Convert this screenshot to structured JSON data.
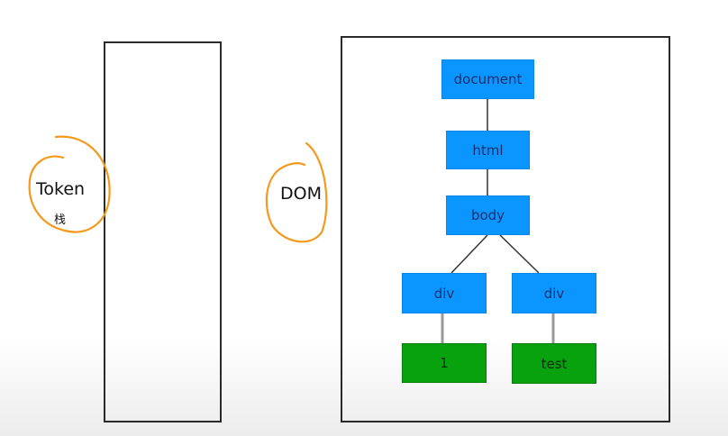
{
  "labels": {
    "token": "Token",
    "stack": "栈",
    "dom": "DOM"
  },
  "tree": {
    "document": "document",
    "html": "html",
    "body": "body",
    "div_left": "div",
    "div_right": "div",
    "text_left": "1",
    "text_right": "test"
  },
  "colors": {
    "element_node": "#0a95ff",
    "text_node": "#08a20f",
    "annotation_circle": "#f39a1e",
    "frame_border": "#2a2a2a"
  }
}
